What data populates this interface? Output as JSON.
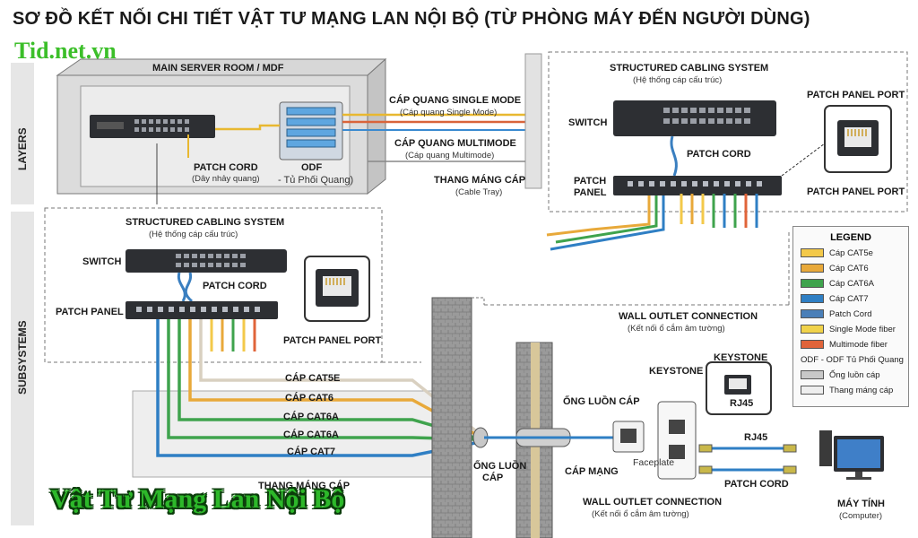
{
  "title": "SƠ ĐỒ KẾT NỐI CHI TIẾT VẬT TƯ MẠNG LAN NỘI BỘ (TỪ PHÒNG MÁY ĐẾN NGƯỜI DÙNG)",
  "watermark": "Tid.net.vn",
  "banner": "Vật Tư Mạng Lan Nội Bộ",
  "side_labels": {
    "layers": "LAYERS",
    "subsystems": "SUBSYSTEMS"
  },
  "server_room": {
    "title": "MAIN SERVER ROOM / MDF",
    "patch_cord": "PATCH CORD",
    "patch_cord_sub": "(Dây nhảy quang)",
    "odf": "ODF",
    "odf_sub": "- Tủ Phối Quang)",
    "single_mode": "CÁP QUANG SINGLE MODE",
    "single_mode_sub": "(Cáp quang Single Mode)",
    "multimode": "CÁP QUANG MULTIMODE",
    "multimode_sub": "(Cáp quang Multimode)",
    "tray": "THANG MÁNG CÁP",
    "tray_sub": "(Cable Tray)"
  },
  "top_right": {
    "title": "STRUCTURED CABLING SYSTEM",
    "title_sub": "(Hệ thống cáp cấu trúc)",
    "switch": "SWITCH",
    "patch_cord": "PATCH CORD",
    "patch_panel_line1": "PATCH",
    "patch_panel_line2": "PANEL",
    "port_top": "PATCH PANEL PORT",
    "port_bottom": "PATCH PANEL PORT"
  },
  "main": {
    "title": "STRUCTURED CABLING SYSTEM",
    "title_sub": "(Hệ thống cáp cấu trúc)",
    "switch": "SWITCH",
    "patch_cord": "PATCH CORD",
    "patch_panel": "PATCH PANEL",
    "port": "PATCH PANEL PORT",
    "cables": [
      "CÁP CAT5E",
      "CÁP CAT6",
      "CÁP CAT6A",
      "CÁP CAT6A",
      "CÁP CAT7"
    ],
    "tray": "THANG MÁNG CÁP",
    "conduit": "ỐNG LUỒN",
    "conduit2": "CÁP"
  },
  "wall": {
    "title": "WALL OUTLET CONNECTION",
    "title_sub": "(Kết nối ổ cắm âm tường)",
    "conduit": "ỐNG LUỒN CÁP",
    "network_cable": "CÁP MẠNG",
    "keystone": "KEYSTONE",
    "keystone_box": "KEYSTONE",
    "rj45_box": "RJ45",
    "faceplate": "Faceplate",
    "rj45": "RJ45",
    "patch_cord": "PATCH CORD",
    "bottom_title": "WALL OUTLET CONNECTION",
    "bottom_sub": "(Kết nối ổ cắm âm tường)",
    "computer": "MÁY TÍNH",
    "computer_sub": "(Computer)"
  },
  "legend": {
    "title": "LEGEND",
    "items": [
      {
        "label": "Cáp CAT5e",
        "color": "#f3c94a"
      },
      {
        "label": "Cáp CAT6",
        "color": "#e8a93a"
      },
      {
        "label": "Cáp CAT6A",
        "color": "#3fa34d"
      },
      {
        "label": "Cáp CAT7",
        "color": "#2f7fc4"
      },
      {
        "label": "Patch Cord",
        "color": "#4a7fb8"
      },
      {
        "label": "Single Mode fiber",
        "color": "#f0d24a"
      },
      {
        "label": "Multimode fiber",
        "color": "#e0643a"
      },
      {
        "label": "ODF - ODF Tủ Phối Quang",
        "color": ""
      },
      {
        "label": "Ống luồn cáp",
        "color": "#c8c8c8"
      },
      {
        "label": "Thang máng cáp",
        "color": "#eeeeee"
      }
    ]
  }
}
